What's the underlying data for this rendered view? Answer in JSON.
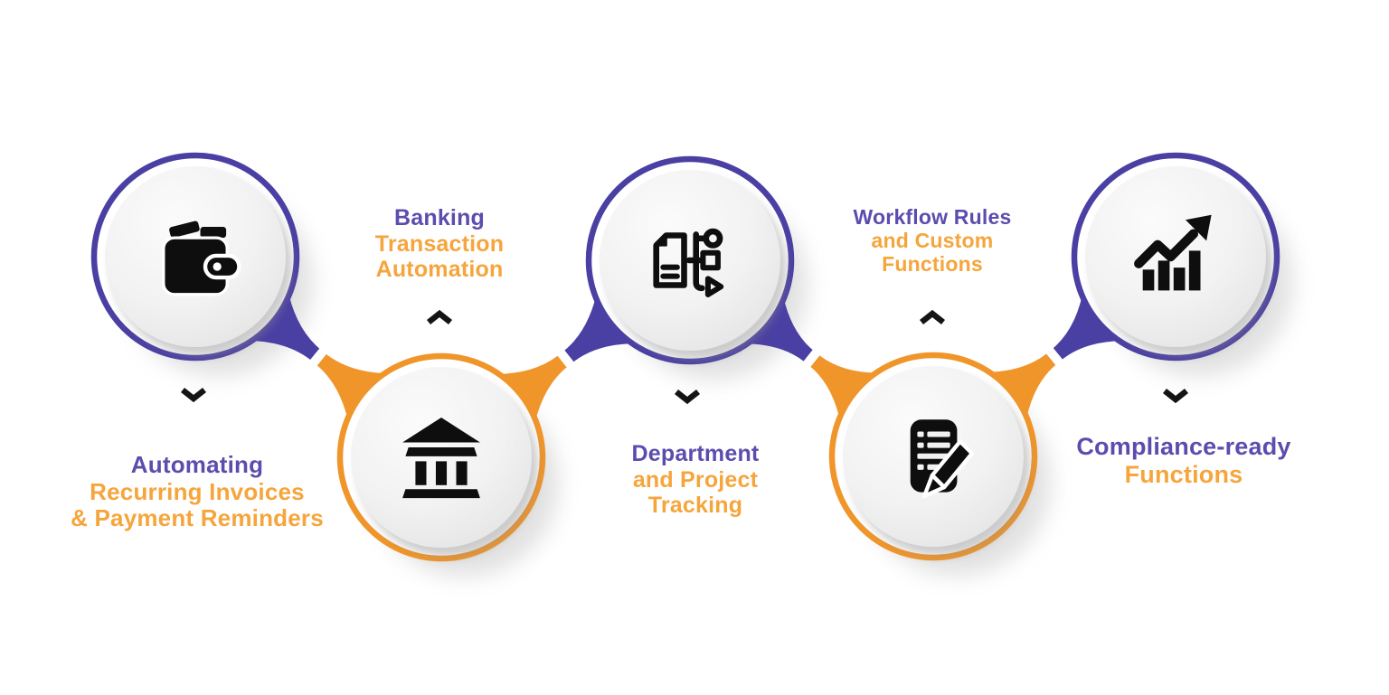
{
  "colors": {
    "accent_purple": "#4a3fa3",
    "accent_orange": "#f0952a",
    "text_purple": "#5b4dae",
    "text_orange": "#f6a53c",
    "icon_black": "#0e0e0e",
    "background": "#ffffff"
  },
  "nodes": [
    {
      "icon": "wallet-icon",
      "ring_color": "purple",
      "label": {
        "lines": [
          {
            "text": "Automating",
            "color": "purple"
          },
          {
            "text": "Recurring Invoices",
            "color": "orange"
          },
          {
            "text": "& Payment Reminders",
            "color": "orange"
          }
        ]
      }
    },
    {
      "icon": "bank-icon",
      "ring_color": "orange",
      "label": {
        "lines": [
          {
            "text": "Banking",
            "color": "purple"
          },
          {
            "text": "Transaction",
            "color": "orange"
          },
          {
            "text": "Automation",
            "color": "orange"
          }
        ]
      }
    },
    {
      "icon": "document-flow-icon",
      "ring_color": "purple",
      "label": {
        "lines": [
          {
            "text": "Department",
            "color": "purple"
          },
          {
            "text": "and Project",
            "color": "orange"
          },
          {
            "text": "Tracking",
            "color": "orange"
          }
        ]
      }
    },
    {
      "icon": "note-edit-icon",
      "ring_color": "orange",
      "label": {
        "lines": [
          {
            "text": "Workflow Rules",
            "color": "purple"
          },
          {
            "text": "and Custom",
            "color": "orange"
          },
          {
            "text": "Functions",
            "color": "orange"
          }
        ]
      }
    },
    {
      "icon": "growth-chart-icon",
      "ring_color": "purple",
      "label": {
        "lines": [
          {
            "text": "Compliance-ready",
            "color": "purple"
          },
          {
            "text": "Functions",
            "color": "orange"
          }
        ]
      }
    }
  ]
}
